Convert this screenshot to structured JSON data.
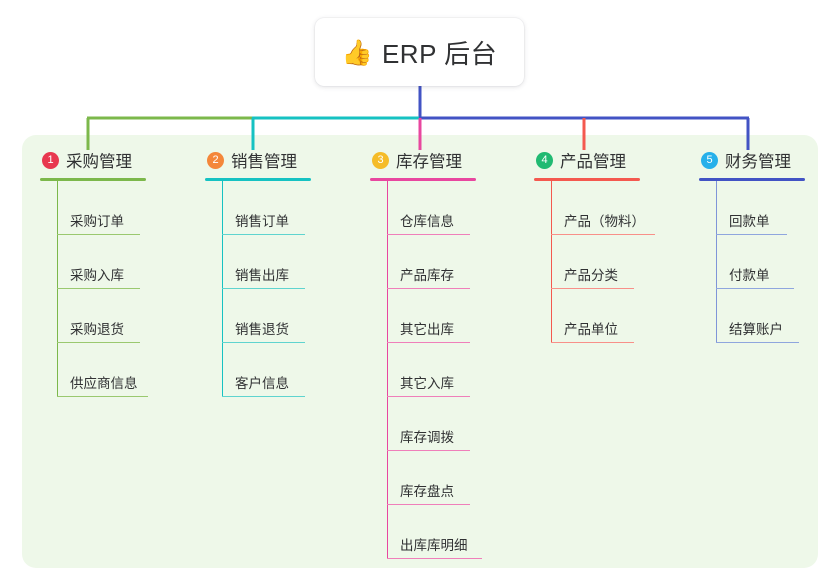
{
  "diagram": {
    "type": "mind-map",
    "root": {
      "icon": "thumbs-up-icon",
      "emoji": "👍",
      "title": "ERP 后台"
    },
    "panel_color": "#eef8e9",
    "branches": [
      {
        "index": "1",
        "title": "采购管理",
        "badge_color": "#e8384f",
        "line_color": "#7cb84b",
        "children": [
          {
            "label": "采购订单"
          },
          {
            "label": "采购入库"
          },
          {
            "label": "采购退货"
          },
          {
            "label": "供应商信息"
          }
        ]
      },
      {
        "index": "2",
        "title": "销售管理",
        "badge_color": "#f4873a",
        "line_color": "#16c2c2",
        "children": [
          {
            "label": "销售订单"
          },
          {
            "label": "销售出库"
          },
          {
            "label": "销售退货"
          },
          {
            "label": "客户信息"
          }
        ]
      },
      {
        "index": "3",
        "title": "库存管理",
        "badge_color": "#f5bc28",
        "line_color": "#e8479f",
        "children": [
          {
            "label": "仓库信息"
          },
          {
            "label": "产品库存"
          },
          {
            "label": "其它出库"
          },
          {
            "label": "其它入库"
          },
          {
            "label": "库存调拨"
          },
          {
            "label": "库存盘点"
          },
          {
            "label": "出库库明细"
          }
        ]
      },
      {
        "index": "4",
        "title": "产品管理",
        "badge_color": "#21ba72",
        "line_color": "#f4594f",
        "children": [
          {
            "label": "产品（物料）"
          },
          {
            "label": "产品分类"
          },
          {
            "label": "产品单位"
          }
        ]
      },
      {
        "index": "5",
        "title": "财务管理",
        "badge_color": "#26b0ea",
        "line_color": "#4253c4",
        "children": [
          {
            "label": "回款单"
          },
          {
            "label": "付款单"
          },
          {
            "label": "结算账户"
          }
        ]
      }
    ],
    "connectors": {
      "trunk_color": "#4253c4",
      "bus_segments": [
        {
          "color": "#7cb84b"
        },
        {
          "color": "#16c2c2"
        },
        {
          "color": "#4253c4"
        }
      ]
    }
  }
}
